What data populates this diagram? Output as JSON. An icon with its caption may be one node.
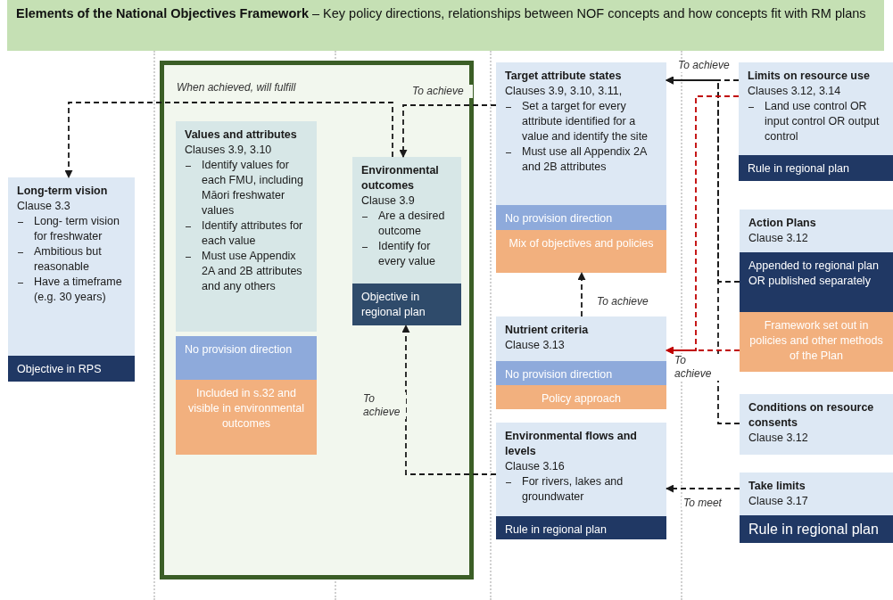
{
  "diagram": {
    "title": "**Elements of the National Objectives Framework** – Key policy directions, relationships between NOF concepts and how concepts fit with RM plans",
    "nodes": [
      {
        "text": [
          "Long-term vision",
          "Clause 3.3",
          "Long- term vision for freshwater",
          "Ambitious but reasonable",
          "Have a timeframe (e.g. 30 years)"
        ]
      },
      {
        "text": [
          "Objective in RPS"
        ]
      },
      {
        "text": [],
        "shape": "box"
      },
      {
        "text": [
          "Values and attributes",
          "Clauses 3.9, 3.10",
          "Identify values for each FMU, including Māori freshwater values",
          "Identify attributes for each value",
          "Must use Appendix 2A and 2B attributes and any others"
        ],
        "in": 2
      },
      {
        "text": [
          "No provision direction"
        ],
        "in": 2
      },
      {
        "text": [
          "Included in s.32 and visible in environmental outcomes"
        ],
        "in": 2
      },
      {
        "text": [
          "Environmental outcomes",
          "Clause 3.9",
          "Are a desired outcome",
          "Identify for every value"
        ],
        "in": 2
      },
      {
        "text": [
          "Objective in regional plan"
        ],
        "in": 2
      },
      {
        "text": [
          "Target attribute states",
          "Clauses 3.9, 3.10, 3.11,",
          "Set a target for every attribute identified for a value and identify the site",
          "Must use all Appendix 2A and 2B attributes"
        ]
      },
      {
        "text": [
          "No provision direction"
        ]
      },
      {
        "text": [
          "Mix of objectives and policies"
        ]
      },
      {
        "text": [
          "Nutrient criteria",
          "Clause 3.13"
        ]
      },
      {
        "text": [
          "No provision direction"
        ]
      },
      {
        "text": [
          "Policy approach"
        ]
      },
      {
        "text": [
          "Environmental flows and levels",
          "Clause 3.16",
          "For rivers, lakes and groundwater"
        ]
      },
      {
        "text": [
          "Rule in regional plan"
        ]
      },
      {
        "text": [
          "Limits on resource use",
          "Clauses 3.12, 3.14",
          "Land use control OR input control OR output control"
        ]
      },
      {
        "text": [
          "Rule in regional plan"
        ]
      },
      {
        "text": [
          "Action Plans",
          "Clause 3.12"
        ]
      },
      {
        "text": [
          "Appended to regional plan OR published separately"
        ]
      },
      {
        "text": [
          "Framework set out in policies and other methods of the Plan"
        ]
      },
      {
        "text": [
          "Conditions on resource consents",
          "Clause 3.12"
        ]
      },
      {
        "text": [
          "Take limits",
          "Clause 3.17"
        ]
      },
      {
        "text": [
          "Rule in regional plan"
        ]
      }
    ],
    "edges": [
      {
        "from": 6,
        "to": 0,
        "arrow": "to",
        "label": "When achieved, will fulfill",
        "style": "dashed"
      },
      {
        "from": 8,
        "to": 6,
        "arrow": "to",
        "label": "To achieve",
        "style": "dashed"
      },
      {
        "from": 16,
        "to": 8,
        "arrow": "to",
        "label": "To achieve",
        "style": "dashed"
      },
      {
        "from": 19,
        "to": 8,
        "arrow": "to",
        "style": "dashed"
      },
      {
        "from": 21,
        "to": 8,
        "arrow": "to",
        "style": "dashed"
      },
      {
        "from": 16,
        "to": 11,
        "arrow": "to",
        "style": "dashed",
        "color": "#c00000"
      },
      {
        "from": 20,
        "to": 11,
        "arrow": "to",
        "label": "To achieve",
        "style": "dashed",
        "color": "#c00000"
      },
      {
        "from": 11,
        "to": 10,
        "arrow": "to",
        "label": "To achieve",
        "style": "dashed"
      },
      {
        "from": 14,
        "to": 7,
        "arrow": "to",
        "label": "To achieve",
        "style": "dashed"
      },
      {
        "from": 22,
        "to": 14,
        "arrow": "to",
        "label": "To meet",
        "style": "dashed"
      }
    ]
  }
}
